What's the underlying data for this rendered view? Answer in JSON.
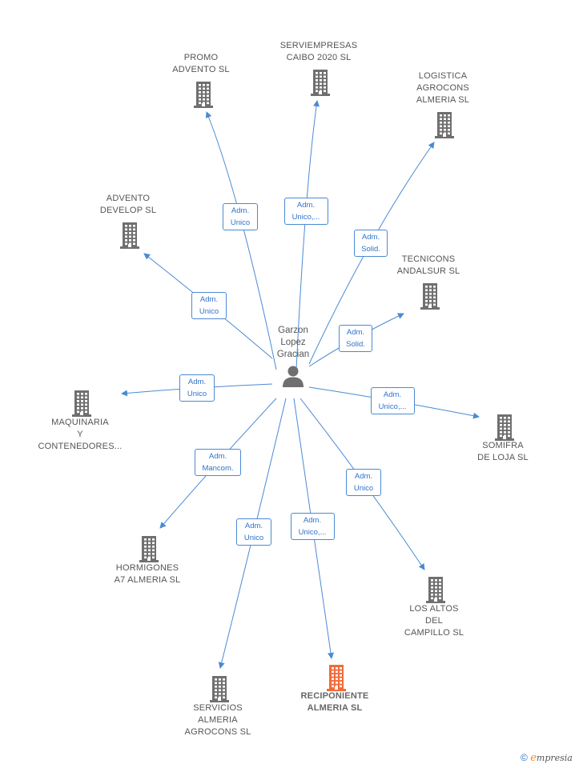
{
  "center": {
    "name": "Garzon\nLopez\nGracian",
    "icon": "person-icon"
  },
  "companies": [
    {
      "id": "promo-advento",
      "name": "PROMO\nADVENTO SL",
      "icon": "building-icon"
    },
    {
      "id": "serviempresas-caibo",
      "name": "SERVIEMPRESAS\nCAIBO 2020  SL",
      "icon": "building-icon"
    },
    {
      "id": "logistica-agrocons",
      "name": "LOGISTICA\nAGROCONS\nALMERIA  SL",
      "icon": "building-icon"
    },
    {
      "id": "advento-develop",
      "name": "ADVENTO\nDEVELOP SL",
      "icon": "building-icon"
    },
    {
      "id": "tecnicons-andalsur",
      "name": "TECNICONS\nANDALSUR SL",
      "icon": "building-icon"
    },
    {
      "id": "maquinaria-contenedores",
      "name": "MAQUINARIA\nY\nCONTENEDORES...",
      "icon": "building-icon"
    },
    {
      "id": "somifra-loja",
      "name": "SOMIFRA\nDE LOJA SL",
      "icon": "building-icon"
    },
    {
      "id": "hormigones-a7",
      "name": "HORMIGONES\nA7 ALMERIA SL",
      "icon": "building-icon"
    },
    {
      "id": "los-altos-campillo",
      "name": "LOS ALTOS\nDEL\nCAMPILLO  SL",
      "icon": "building-icon"
    },
    {
      "id": "servicios-almeria-agrocons",
      "name": "SERVICIOS\nALMERIA\nAGROCONS  SL",
      "icon": "building-icon"
    },
    {
      "id": "reciponiente-almeria",
      "name": "RECIPONIENTE\nALMERIA  SL",
      "icon": "building-icon",
      "highlight": true
    }
  ],
  "roles": [
    {
      "target": "promo-advento",
      "label": "Adm.\nUnico"
    },
    {
      "target": "serviempresas-caibo",
      "label": "Adm.\nUnico,..."
    },
    {
      "target": "logistica-agrocons",
      "label": "Adm.\nSolid."
    },
    {
      "target": "advento-develop",
      "label": "Adm.\nUnico"
    },
    {
      "target": "tecnicons-andalsur",
      "label": "Adm.\nSolid."
    },
    {
      "target": "maquinaria-contenedores",
      "label": "Adm.\nUnico"
    },
    {
      "target": "somifra-loja",
      "label": "Adm.\nUnico,..."
    },
    {
      "target": "hormigones-a7",
      "label": "Adm.\nMancom."
    },
    {
      "target": "los-altos-campillo",
      "label": "Adm.\nUnico"
    },
    {
      "target": "servicios-almeria-agrocons",
      "label": "Adm.\nUnico"
    },
    {
      "target": "reciponiente-almeria",
      "label": "Adm.\nUnico,..."
    }
  ],
  "colors": {
    "edge": "#4a8ad4",
    "building": "#6f6f6f",
    "building_highlight": "#f26b3a",
    "person": "#6f6f6f"
  },
  "footer": {
    "copyright": "©",
    "brand_initial": "e",
    "brand_rest": "mpresia"
  }
}
